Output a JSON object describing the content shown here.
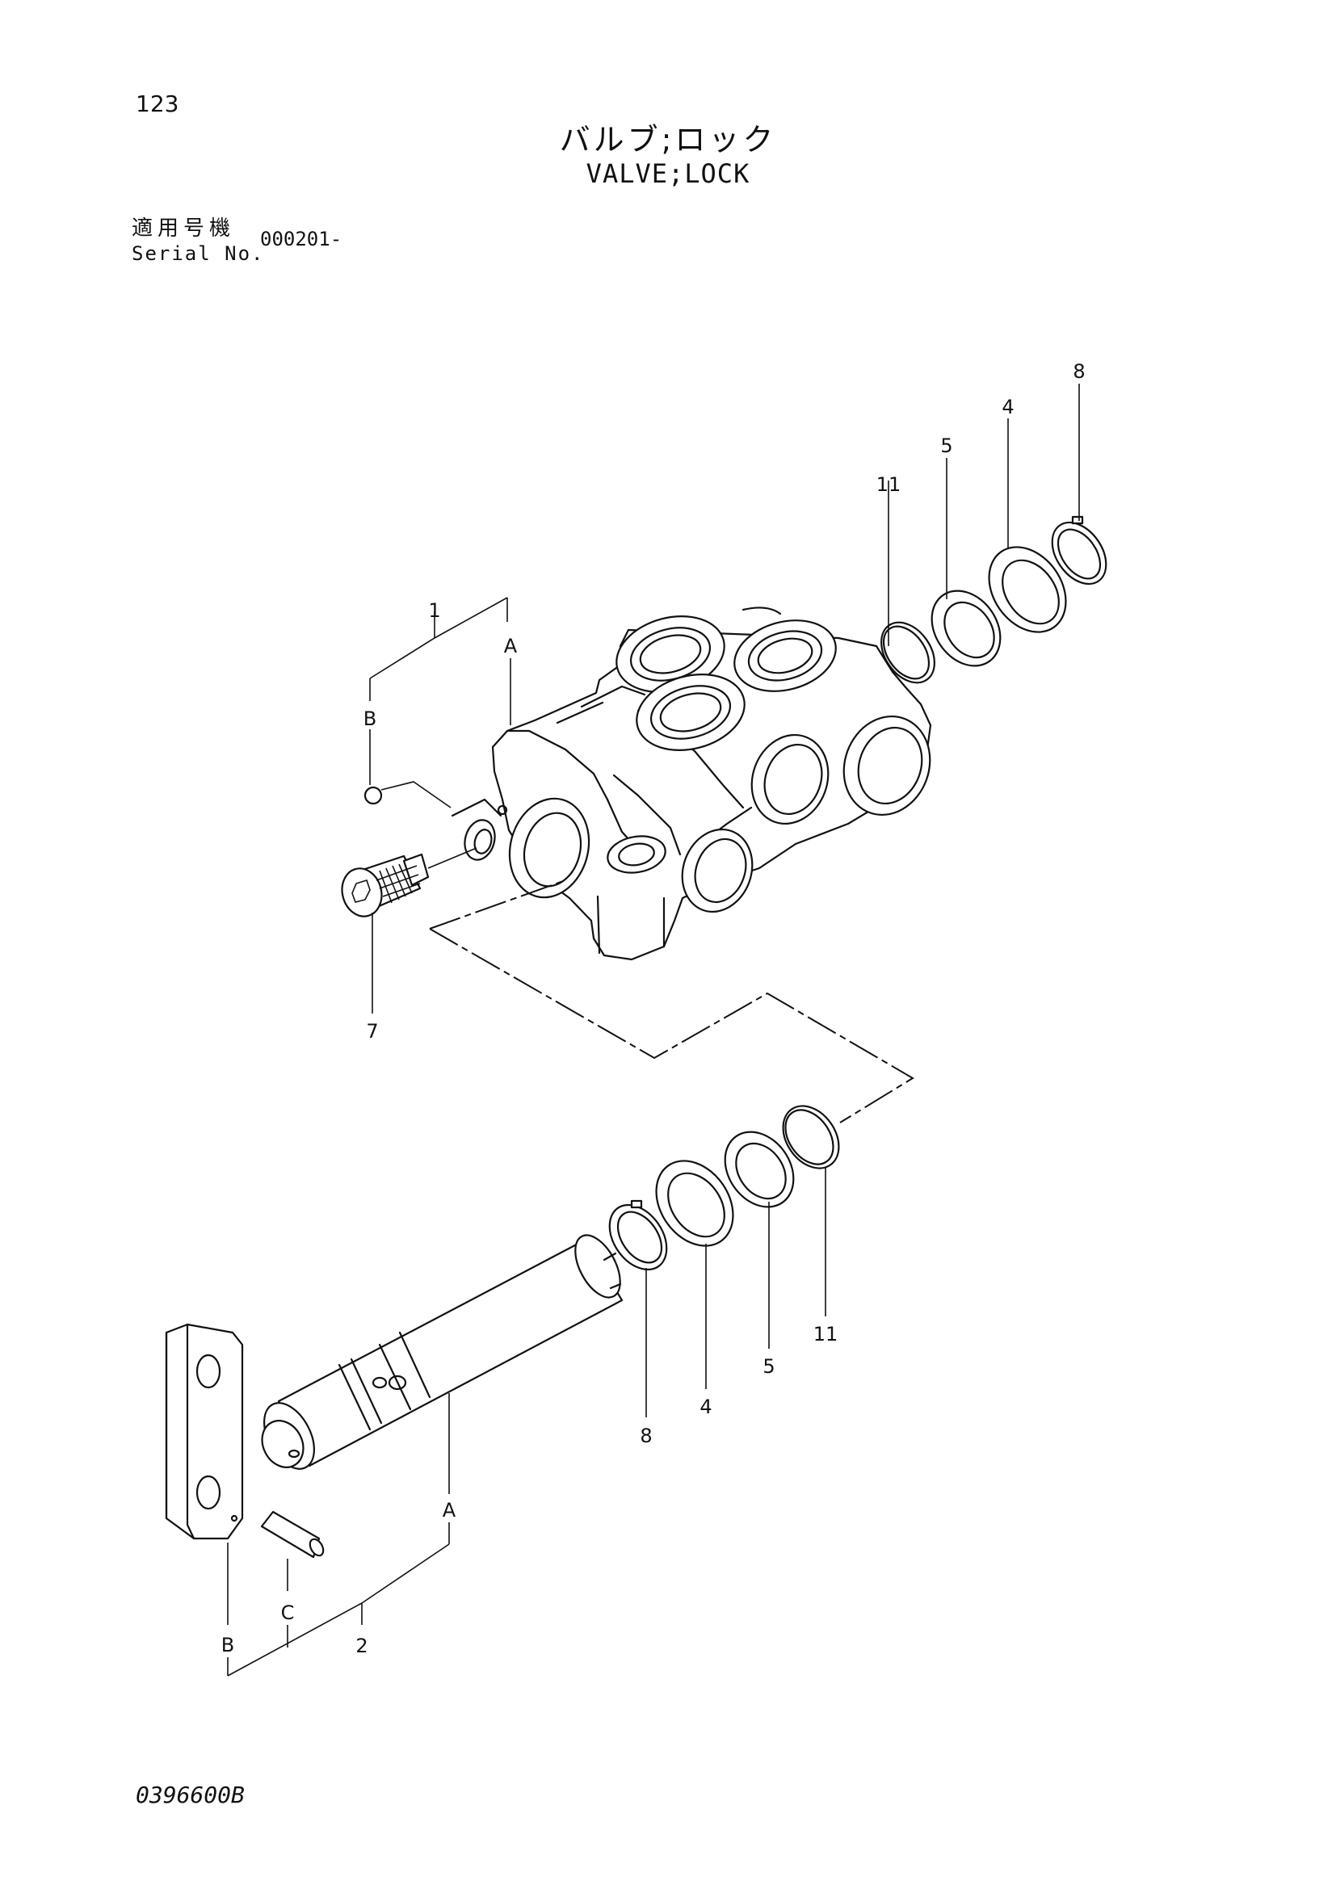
{
  "header": {
    "page_number": "123",
    "title_jp": "バルブ;ロック",
    "title_en": "VALVE;LOCK",
    "serial_label_jp": "適用号機",
    "serial_label_en": "Serial No.",
    "serial_range": "000201-"
  },
  "callouts": {
    "upper_8": "8",
    "upper_4": "4",
    "upper_5": "5",
    "upper_11": "11",
    "upper_1": "1",
    "upper_A": "A",
    "upper_B": "B",
    "upper_7": "7",
    "lower_11": "11",
    "lower_5": "5",
    "lower_4": "4",
    "lower_8": "8",
    "lower_A": "A",
    "lower_C": "C",
    "lower_B": "B",
    "lower_2": "2"
  },
  "footer": {
    "drawing_code": "0396600B"
  }
}
